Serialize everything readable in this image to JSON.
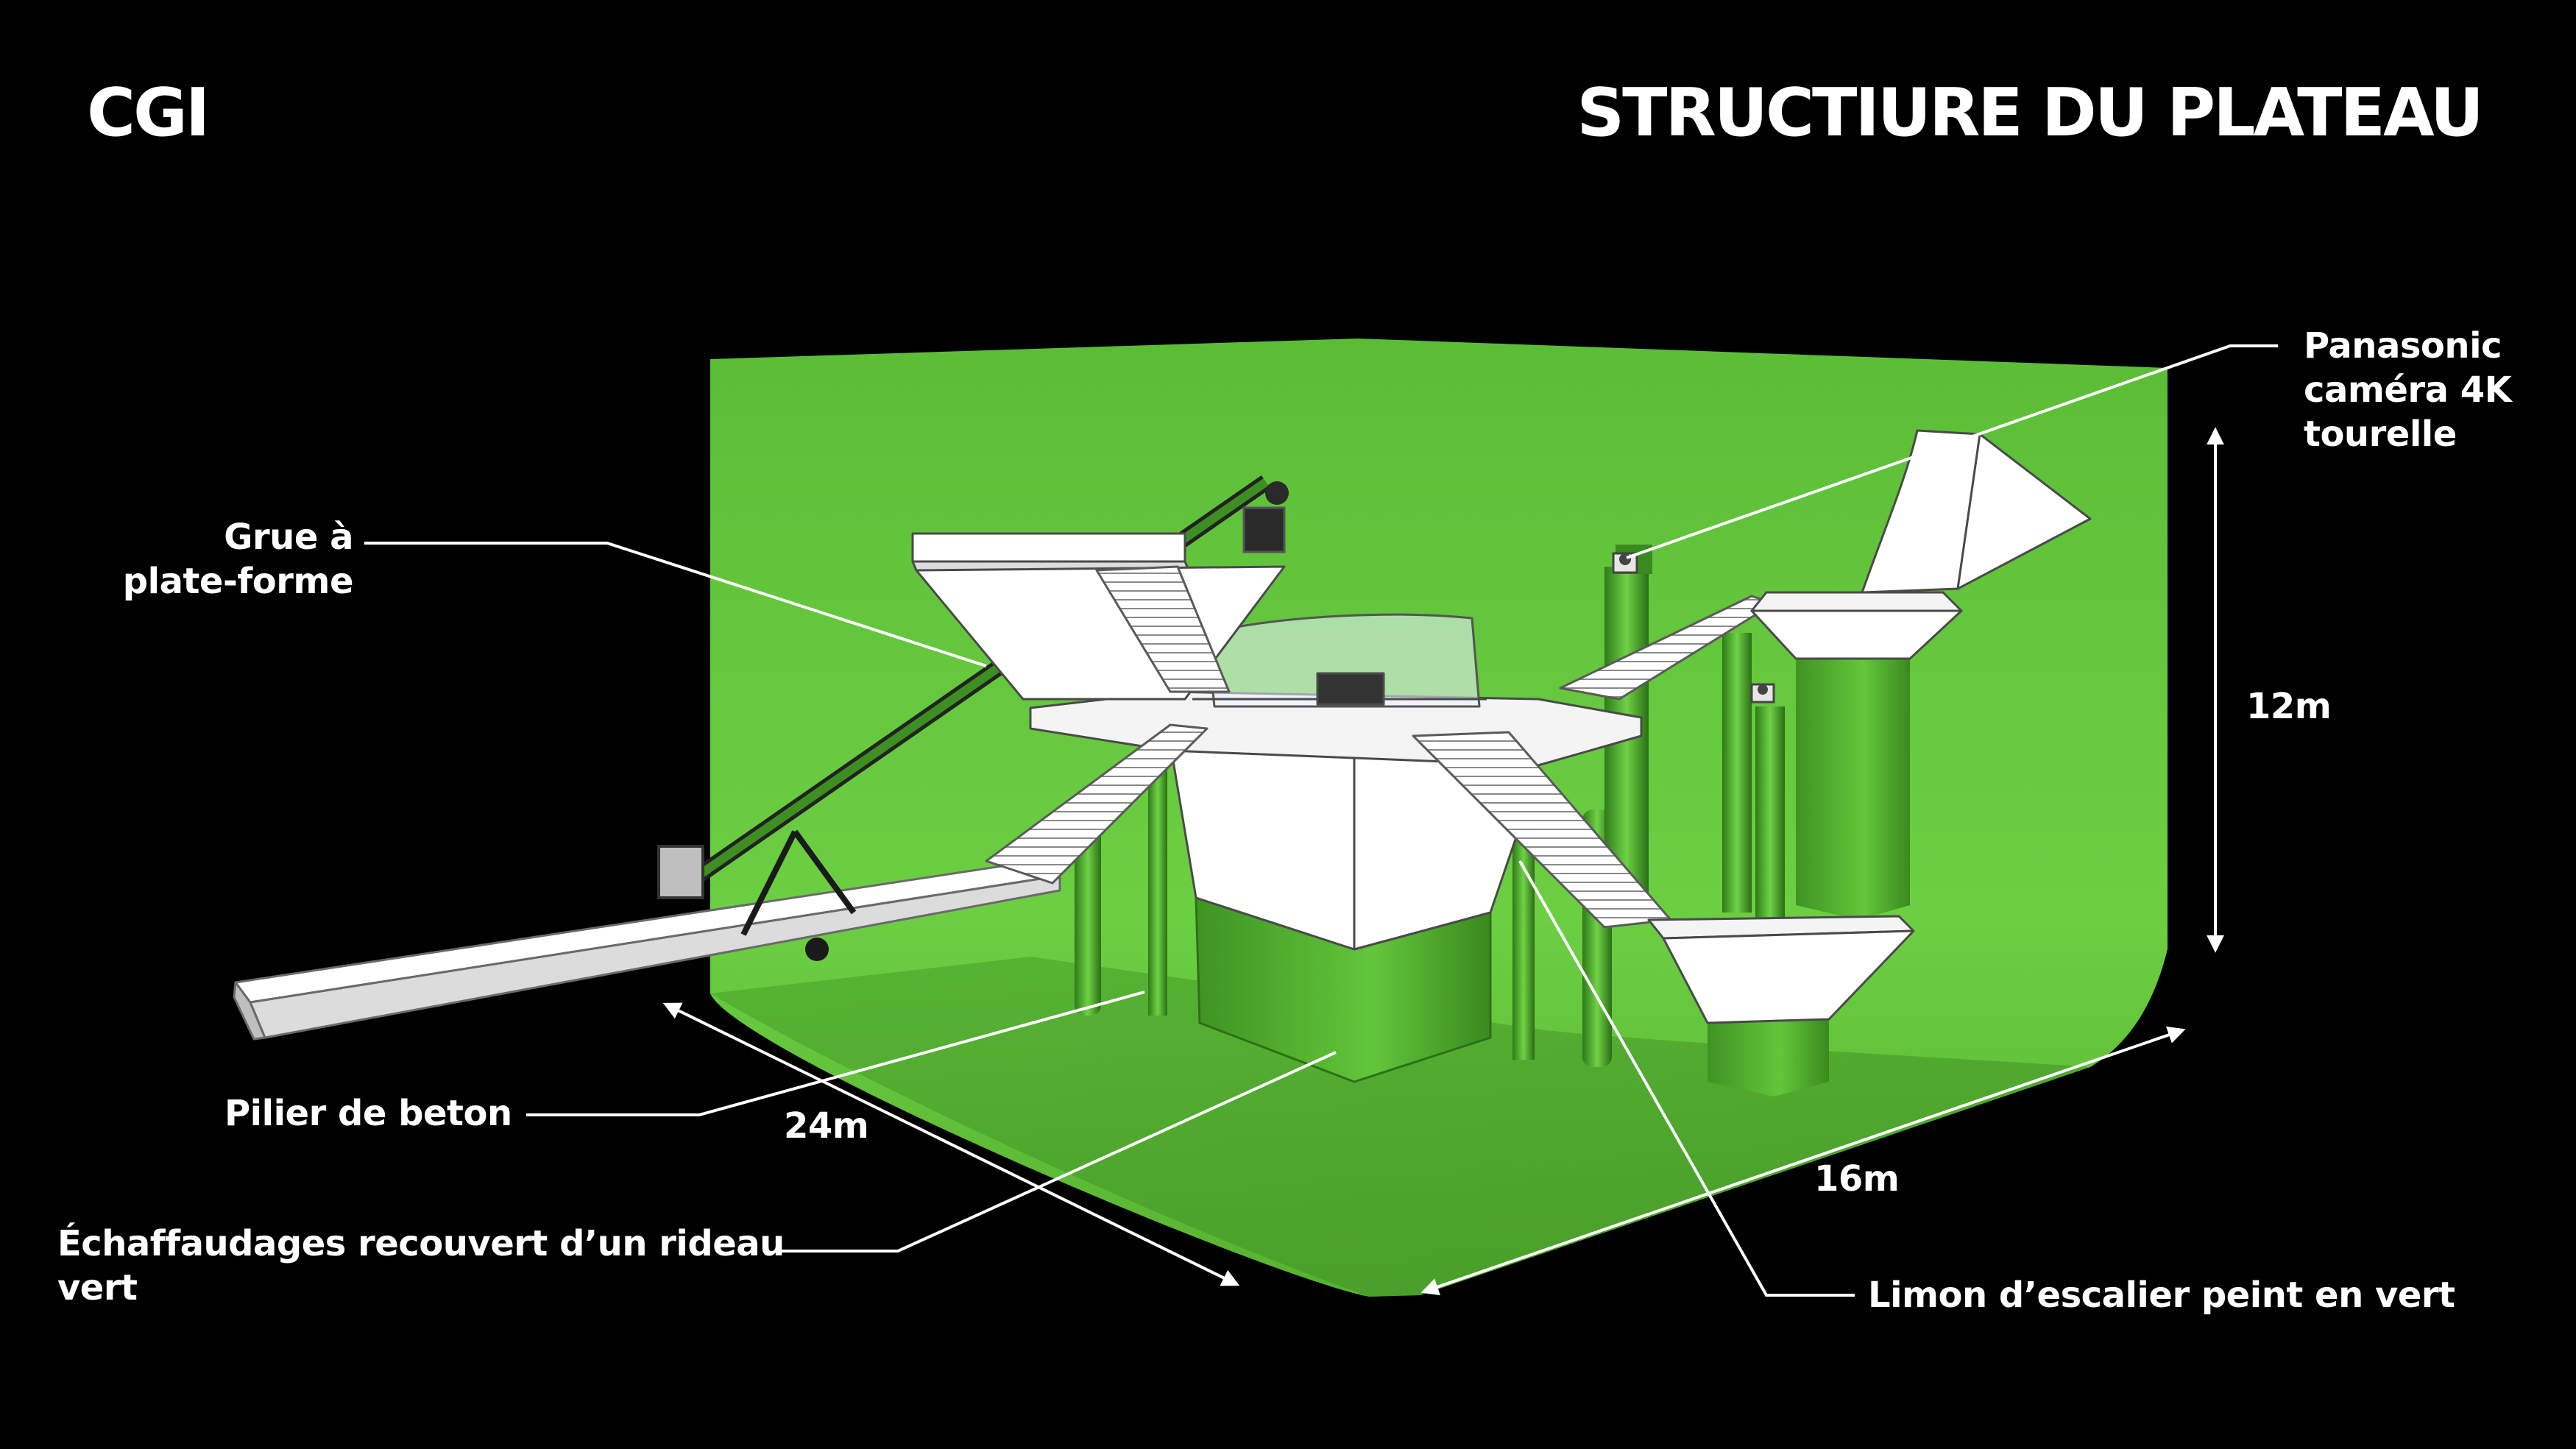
{
  "header": {
    "left_title": "CGI",
    "right_title": "STRUCTIURE DU PLATEAU"
  },
  "callouts": {
    "crane": [
      "Grue à",
      "plate-forme"
    ],
    "camera": [
      "Panasonic",
      "caméra 4K",
      "tourelle"
    ],
    "pillar": "Pilier de beton",
    "scaffolding": [
      "Échaffaudages recouvert d’un rideau",
      "vert"
    ],
    "stringer": "Limon d’escalier peint en vert"
  },
  "dimensions": {
    "height": "12m",
    "depth": "24m",
    "width": "16m"
  },
  "colors": {
    "background": "#000000",
    "green_screen": "#5fc43a",
    "structure": "#ffffff",
    "text": "#ffffff"
  }
}
